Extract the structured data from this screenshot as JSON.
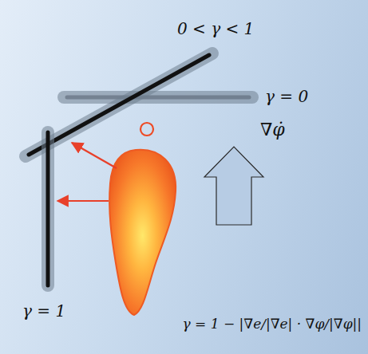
{
  "diagram": {
    "labels": [
      "0 < γ < 1",
      "γ = 0",
      "∇φ̇",
      "γ = 1",
      "γ = 1 − |∇e/|∇e| · ∇φ/|∇φ||"
    ]
  }
}
